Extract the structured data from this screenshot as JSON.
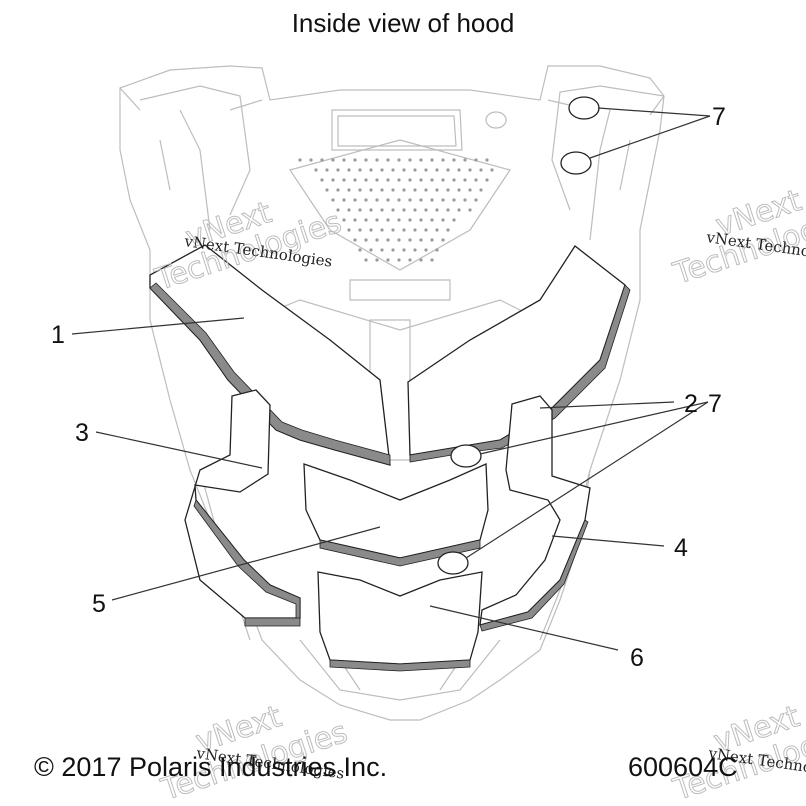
{
  "diagram": {
    "title": "Inside view of hood",
    "copyright": "© 2017 Polaris Industries Inc.",
    "reference_number": "600604C",
    "callouts": [
      "1",
      "2",
      "3",
      "4",
      "5",
      "6",
      "7",
      "7"
    ],
    "watermark": {
      "small": "vNext Technologies",
      "large_line1": "vNext",
      "large_line2": "Technologies"
    }
  },
  "colors": {
    "outline": "#222222",
    "hood_lines": "#bdbdbd",
    "pad_edge": "#8a8a8a",
    "leader": "#333333"
  }
}
